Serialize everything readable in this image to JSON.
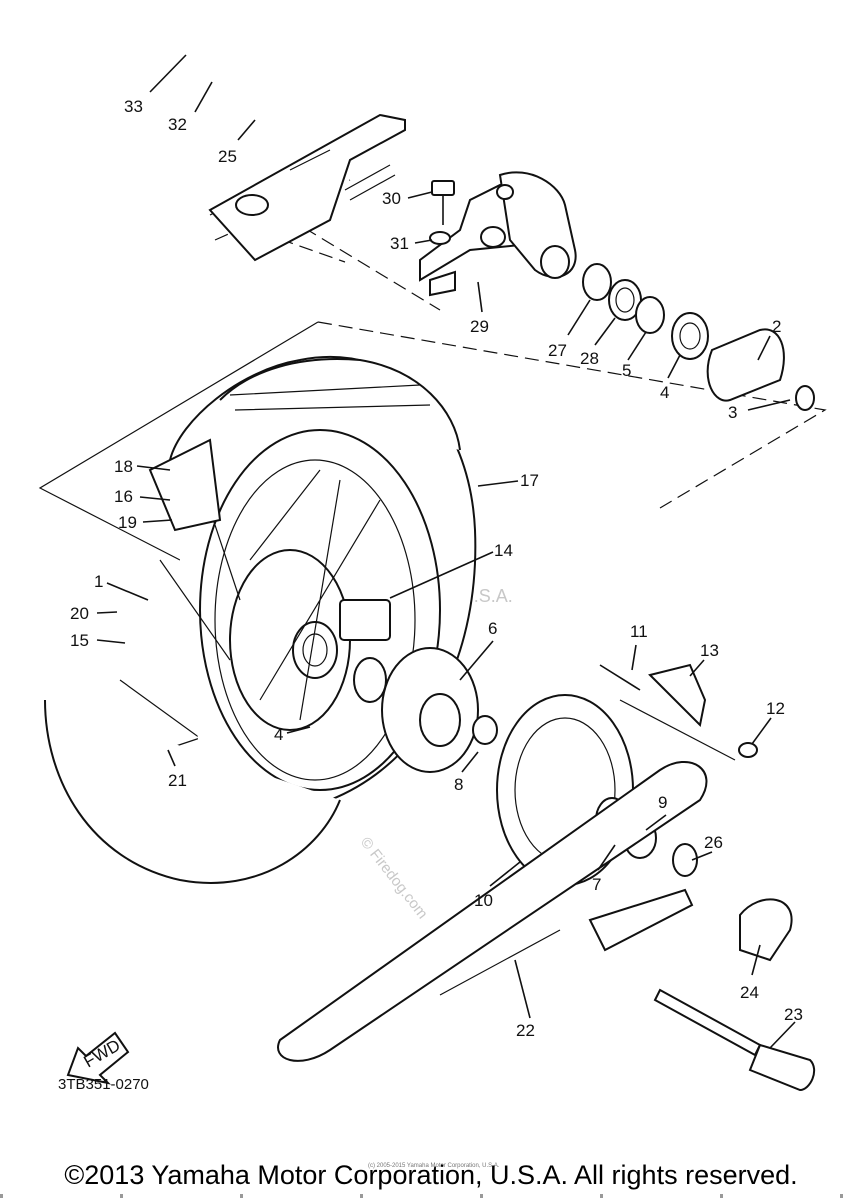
{
  "diagram": {
    "part_numbers": [
      "33",
      "32",
      "25",
      "30",
      "31",
      "29",
      "27",
      "28",
      "5",
      "4",
      "2",
      "3",
      "18",
      "16",
      "19",
      "17",
      "14",
      "1",
      "20",
      "15",
      "6",
      "11",
      "13",
      "12",
      "4",
      "21",
      "8",
      "9",
      "26",
      "7",
      "10",
      "24",
      "23",
      "22"
    ],
    "fwd_label": "FWD",
    "code": "3TB351-0270",
    "watermark_center": "Yamaha Motor Corp, U.S.A.",
    "watermark_diag": "© Firedog.com",
    "tiny_text": "(c) 2005-2015 Yamaha Motor Corporation, U.S.A.",
    "copyright": "©2013 Yamaha Motor Corporation, U.S.A. All rights reserved."
  },
  "colors": {
    "line": "#111111",
    "watermark": "#c8c8c8",
    "background": "#ffffff"
  }
}
